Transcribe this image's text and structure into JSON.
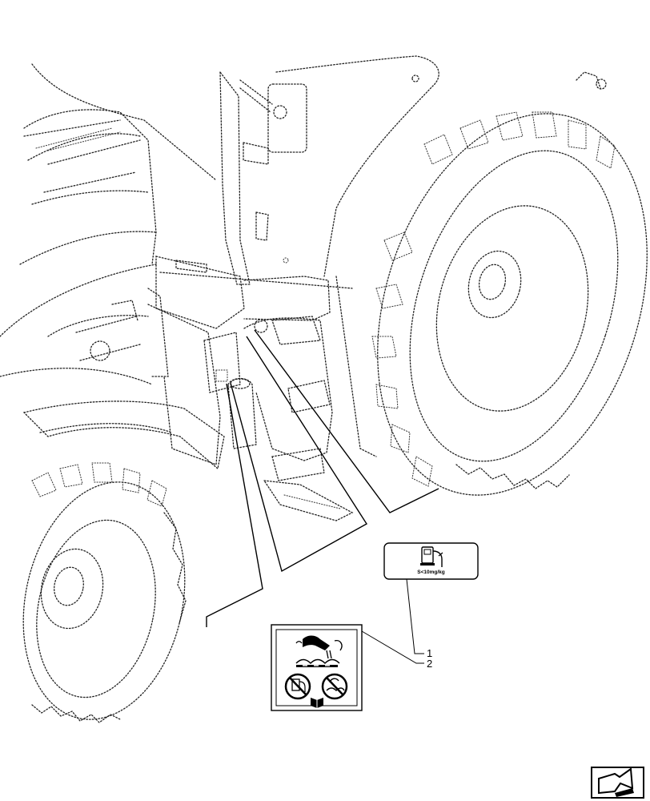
{
  "callouts": [
    {
      "number": "1"
    },
    {
      "number": "2"
    }
  ],
  "decals": {
    "fuel": {
      "caption": "S<10mg/kg",
      "icon": "fuel-pump-icon"
    },
    "def": {
      "icons": [
        "def-pour-icon",
        "no-fuel-icon",
        "no-water-icon",
        "manual-book-icon"
      ]
    }
  },
  "navigation": {
    "icon": "next-page-arrow-icon"
  }
}
